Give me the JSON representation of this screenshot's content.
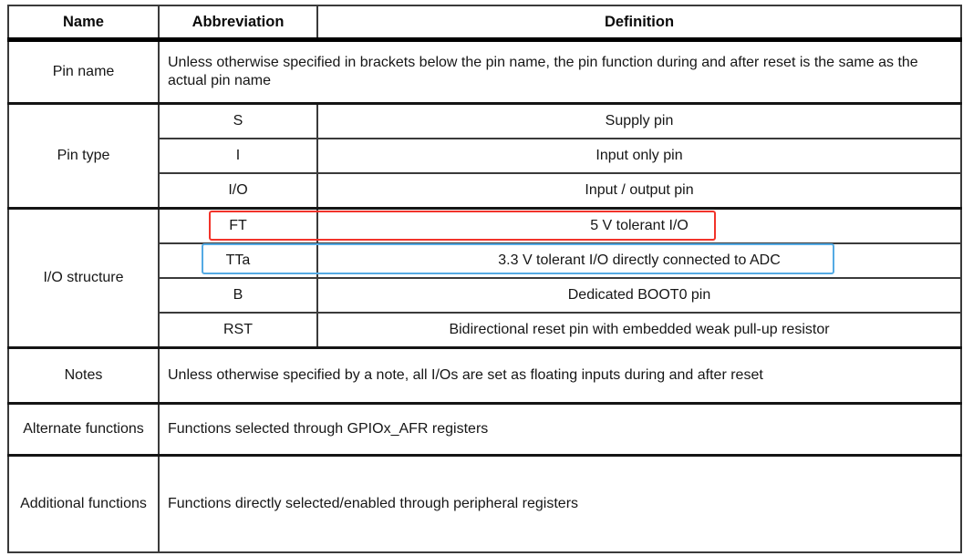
{
  "colors": {
    "ft_highlight": "#f2332a",
    "tta_highlight": "#54aae4"
  },
  "table": {
    "headers": {
      "name": "Name",
      "abbreviation": "Abbreviation",
      "definition": "Definition"
    },
    "pin_name": {
      "name": "Pin name",
      "definition": "Unless otherwise specified in brackets below the pin name, the pin function during and after reset is the same as the actual pin name"
    },
    "pin_type": {
      "name": "Pin type",
      "rows": [
        {
          "abbreviation": "S",
          "definition": "Supply pin"
        },
        {
          "abbreviation": "I",
          "definition": "Input only pin"
        },
        {
          "abbreviation": "I/O",
          "definition": "Input / output pin"
        }
      ]
    },
    "io_structure": {
      "name": "I/O structure",
      "rows": [
        {
          "abbreviation": "FT",
          "definition": "5 V tolerant I/O",
          "highlight": "red"
        },
        {
          "abbreviation": "TTa",
          "definition": "3.3 V tolerant I/O directly connected to ADC",
          "highlight": "blue"
        },
        {
          "abbreviation": "B",
          "definition": "Dedicated BOOT0 pin",
          "highlight": "none"
        },
        {
          "abbreviation": "RST",
          "definition": "Bidirectional reset pin with embedded weak pull-up resistor",
          "highlight": "none"
        }
      ]
    },
    "notes": {
      "name": "Notes",
      "definition": "Unless otherwise specified by a note, all I/Os are set as floating inputs during and after reset"
    },
    "alternate_functions": {
      "name": "Alternate functions",
      "definition": "Functions selected through GPIOx_AFR registers"
    },
    "additional_functions": {
      "name": "Additional functions",
      "definition": "Functions directly selected/enabled through peripheral registers"
    }
  }
}
